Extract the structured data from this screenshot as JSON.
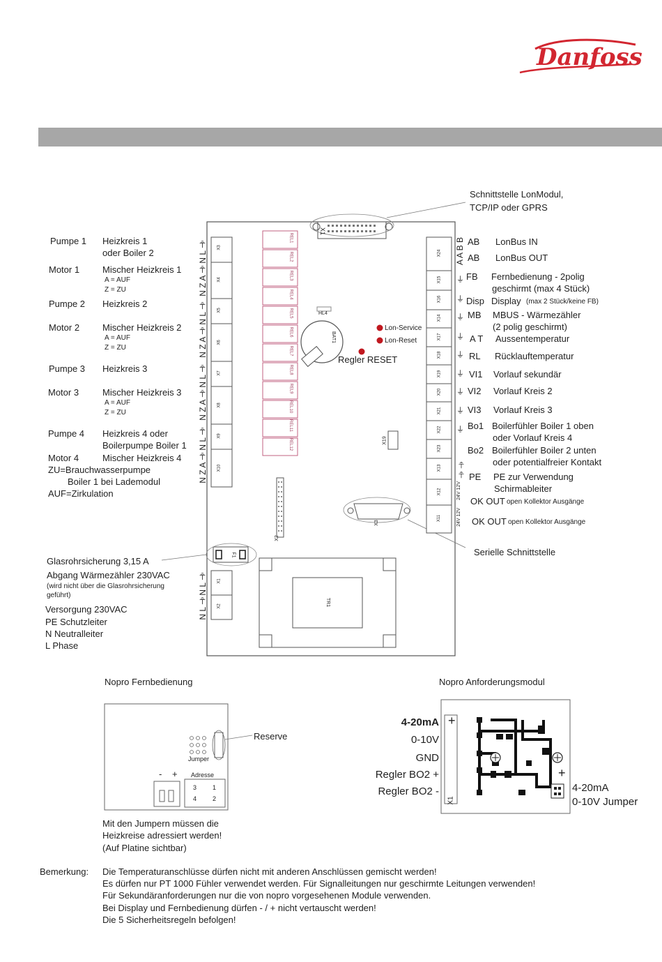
{
  "brand": {
    "logo_text": "Danfoss",
    "logo_color": "#d22630"
  },
  "header_bar_color": "#a7a7a7",
  "callouts": {
    "lon_modul": "Schnittstelle LonModul,",
    "lon_modul_2": "TCP/IP oder GPRS",
    "serial": "Serielle Schnittstelle",
    "glass_fuse": "Glasrohrsicherung 3,15 A"
  },
  "board_labels": {
    "x1": "X1",
    "lon_service": "Lon-Service",
    "lon_reset": "Lon-Reset",
    "regler_reset": "Regler RESET",
    "bat": "BAT1",
    "tr": "TR1",
    "x2": "X2",
    "x3": "X3",
    "x19": "X19",
    "f1": "F1",
    "hl": "HL4",
    "relays": [
      "REL1",
      "REL2",
      "REL3",
      "REL4",
      "REL5",
      "REL6",
      "REL7",
      "REL8",
      "REL9",
      "REL10",
      "REL11",
      "REL12"
    ],
    "left_conn": [
      "X3",
      "X4",
      "X5",
      "X6",
      "X7",
      "X8",
      "X9",
      "X10"
    ],
    "right_conn": [
      "X24",
      "X15",
      "X16",
      "X14",
      "X17",
      "X18",
      "X19",
      "X20",
      "X21",
      "X22",
      "X23",
      "X13",
      "X12",
      "X11"
    ],
    "power_conn": [
      "X1",
      "X2"
    ],
    "pins_left": [
      "N L ⏚",
      "N Z A ⏚",
      "N L ⏚",
      "N Z A ⏚",
      "N L ⏚",
      "N Z A ⏚",
      "N L ⏚",
      "N Z A ⏚"
    ],
    "pins_right": [
      "A A B B",
      "⏚",
      "⏚",
      "⏚",
      "⏚",
      "⏚",
      "⏚",
      "⏚",
      "⏚",
      "⏚",
      "⏚ ⏚",
      "24V 12V",
      "24V 12V"
    ]
  },
  "left_labels": [
    {
      "a": "Pumpe 1",
      "b": "Heizkreis 1"
    },
    {
      "a": "",
      "b": "oder Boiler 2"
    },
    {
      "a": "Motor 1",
      "b": "Mischer  Heizkreis 1"
    },
    {
      "a": "",
      "b": "A = AUF",
      "small": true
    },
    {
      "a": "",
      "b": "Z = ZU",
      "small": true
    },
    {
      "a": "Pumpe 2",
      "b": "Heizkreis 2"
    },
    {
      "a": "Motor 2",
      "b": "Mischer Heizkreis 2"
    },
    {
      "a": "",
      "b": "A = AUF",
      "small": true
    },
    {
      "a": "",
      "b": "Z = ZU",
      "small": true
    },
    {
      "a": "Pumpe 3",
      "b": "Heizkreis 3"
    },
    {
      "a": "Motor 3",
      "b": "Mischer Heizkreis 3"
    },
    {
      "a": "",
      "b": "A = AUF",
      "small": true
    },
    {
      "a": "",
      "b": "Z = ZU",
      "small": true
    },
    {
      "a": "Pumpe 4",
      "b": "Heizkreis 4  oder"
    },
    {
      "a": "",
      "b": "Boilerpumpe Boiler 1"
    },
    {
      "a": "Motor 4",
      "b": "Mischer  Heizkreis 4"
    },
    {
      "a": "ZU=Brauchwasserpumpe",
      "b": ""
    },
    {
      "a": "",
      "b": "Boiler 1 bei Lademodul"
    },
    {
      "a": "AUF=Zirkulation",
      "b": ""
    }
  ],
  "right_labels": [
    {
      "a": "AB",
      "b": "LonBus IN"
    },
    {
      "a": "AB",
      "b": "LonBus OUT"
    },
    {
      "a": "FB",
      "b": "Fernbedienung - 2polig"
    },
    {
      "a": "",
      "b": "geschirmt  (max 4 Stück)"
    },
    {
      "a": "Disp",
      "b": "Display",
      "c": "(max 2 Stück/keine FB)"
    },
    {
      "a": "MB",
      "b": "MBUS - Wärmezähler"
    },
    {
      "a": "",
      "b": "(2 polig geschirmt)"
    },
    {
      "a": "A T",
      "b": "Aussentemperatur"
    },
    {
      "a": "RL",
      "b": "Rücklauftemperatur"
    },
    {
      "a": "VI1",
      "b": "Vorlauf sekundär"
    },
    {
      "a": "VI2",
      "b": "Vorlauf Kreis 2"
    },
    {
      "a": "VI3",
      "b": "Vorlauf Kreis 3"
    },
    {
      "a": "Bo1",
      "b": "Boilerfühler Boiler 1 oben"
    },
    {
      "a": "",
      "b": "oder Vorlauf Kreis 4"
    },
    {
      "a": "Bo2",
      "b": "Boilerfühler Boiler 2 unten"
    },
    {
      "a": "",
      "b": "oder potentialfreier Kontakt"
    },
    {
      "a": "PE",
      "b": "PE zur Verwendung"
    },
    {
      "a": "",
      "b": "Schirmableiter"
    },
    {
      "a": "OK OUT",
      "b": "open Kollektor Ausgänge"
    },
    {
      "a": "OK OUT",
      "b": "open Kollektor Ausgänge"
    }
  ],
  "lower_left": [
    {
      "t": "Abgang Wärmezähler 230VAC",
      "size": "13"
    },
    {
      "t": "(wird nicht über die Glasrohrsicherung",
      "size": "10"
    },
    {
      "t": "geführt)",
      "size": "10"
    },
    {
      "t": "Versorgung 230VAC",
      "size": "13"
    },
    {
      "t": "PE Schutzleiter",
      "size": "13"
    },
    {
      "t": "N Neutralleiter",
      "size": "13"
    },
    {
      "t": "L Phase",
      "size": "13"
    }
  ],
  "fernbedienung": {
    "title": "Nopro Fernbedienung",
    "reserve": "Reserve",
    "jumper": "Jumper",
    "minus": "-",
    "plus": "+",
    "adresse": "Adresse",
    "addr": [
      "3",
      "1",
      "4",
      "2"
    ],
    "note": [
      "Mit den Jumpern müssen die",
      "Heizkreise adressiert werden!",
      "(Auf Platine sichtbar)"
    ]
  },
  "anforderung": {
    "title": "Nopro Anforderungsmodul",
    "left": [
      "4-20mA",
      "0-10V",
      "GND",
      "Regler BO2 +",
      "Regler BO2 -"
    ],
    "plus1": "+",
    "plus2": "+",
    "x1": "X1",
    "right": [
      "4-20mA",
      "0-10V Jumper"
    ]
  },
  "bemerkung": {
    "label": "Bemerkung:",
    "lines": [
      "Die Temperaturanschlüsse dürfen nicht mit anderen Anschlüssen gemischt werden!",
      "Es dürfen nur PT 1000 Fühler verwendet werden. Für Signalleitungen nur geschirmte Leitungen verwenden!",
      "Für Sekundäranforderungen nur die von nopro vorgesehenen Module verwenden.",
      "Bei Display und Fernbedienung dürfen - / + nicht vertauscht  werden!",
      "Die 5 Sicherheitsregeln befolgen!"
    ]
  }
}
